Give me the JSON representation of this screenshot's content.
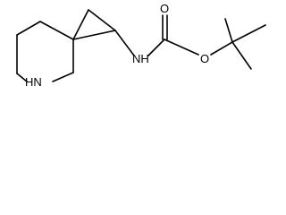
{
  "structure": {
    "atoms": [
      {
        "id": "N_ring",
        "label": "HN"
      },
      {
        "id": "N_amide",
        "label": "NH"
      },
      {
        "id": "O_carbonyl",
        "label": "O"
      },
      {
        "id": "O_ester",
        "label": "O"
      }
    ],
    "bonds": [
      {
        "id": "pip-1",
        "order": 1
      },
      {
        "id": "pip-2",
        "order": 1
      },
      {
        "id": "pip-3",
        "order": 1
      },
      {
        "id": "pip-4",
        "order": 1
      },
      {
        "id": "pip-5",
        "order": 1
      },
      {
        "id": "pip-6",
        "order": 1
      },
      {
        "id": "cp-1",
        "order": 1
      },
      {
        "id": "cp-2",
        "order": 1
      },
      {
        "id": "cp-3",
        "order": 1
      },
      {
        "id": "c-n",
        "order": 1
      },
      {
        "id": "n-c",
        "order": 1
      },
      {
        "id": "c-o-double",
        "order": 2
      },
      {
        "id": "c-o-single",
        "order": 1
      },
      {
        "id": "o-c",
        "order": 1
      },
      {
        "id": "tbu-1",
        "order": 1
      },
      {
        "id": "tbu-2",
        "order": 1
      },
      {
        "id": "tbu-3",
        "order": 1
      }
    ]
  }
}
